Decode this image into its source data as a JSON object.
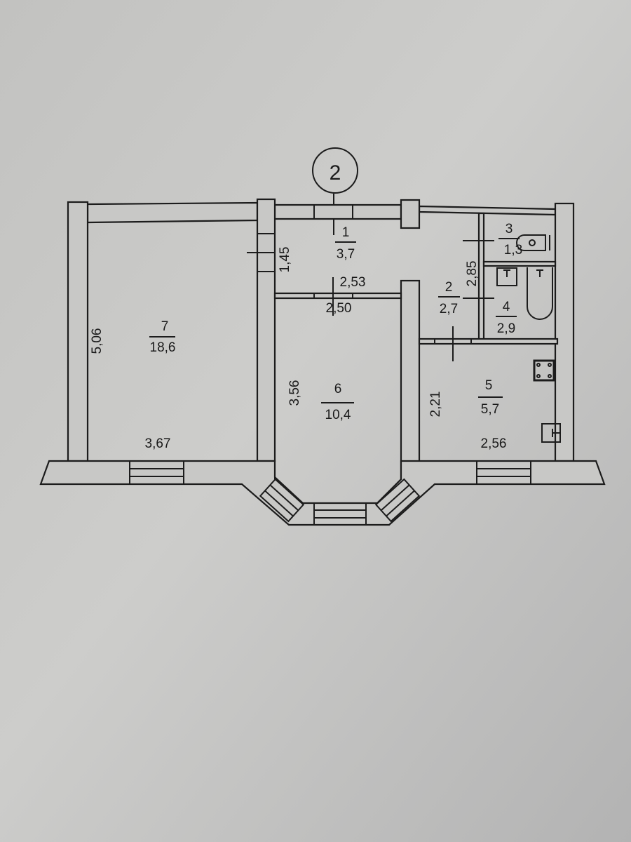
{
  "axis_marker": "2",
  "rooms": [
    {
      "number": "1",
      "area": "3,7"
    },
    {
      "number": "2",
      "area": "2,7"
    },
    {
      "number": "3",
      "area": "1,3"
    },
    {
      "number": "4",
      "area": "2,9"
    },
    {
      "number": "5",
      "area": "5,7"
    },
    {
      "number": "6",
      "area": "10,4"
    },
    {
      "number": "7",
      "area": "18,6"
    }
  ],
  "dimensions": {
    "room7_height": "5,06",
    "room7_width": "3,67",
    "room1_height": "1,45",
    "room1_width": "2,53",
    "room6_width": "2,50",
    "room6_height": "3,56",
    "room2_height": "2,85",
    "room5_height": "2,21",
    "room5_width": "2,56"
  },
  "colors": {
    "paper": "#c6c6c4",
    "ink": "#1c1c1c"
  }
}
